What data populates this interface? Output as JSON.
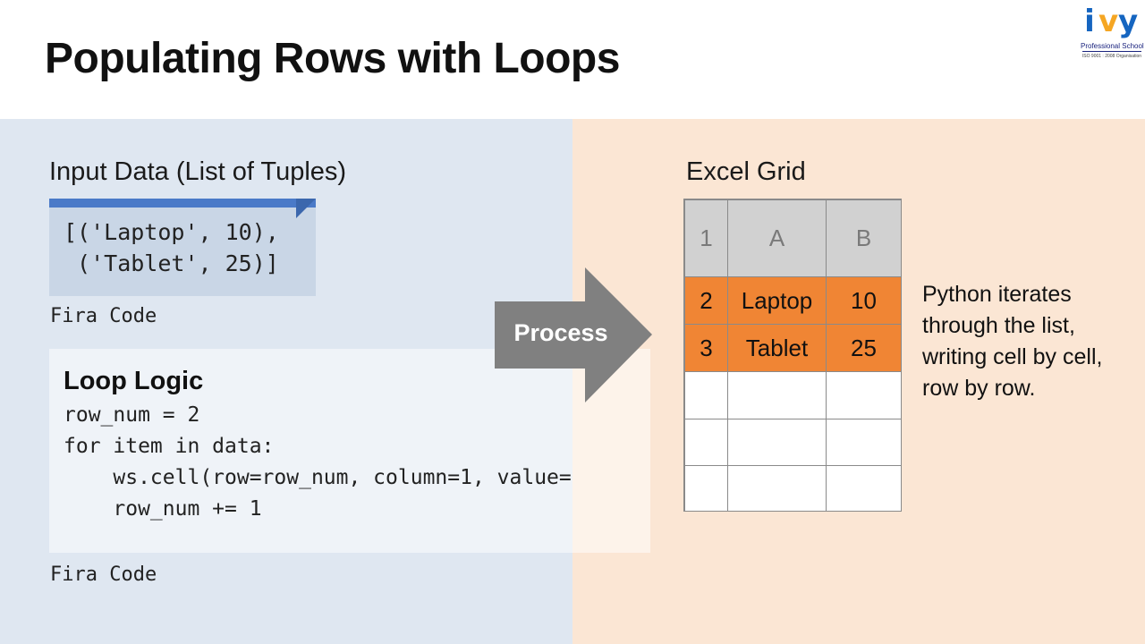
{
  "header": {
    "title": "Populating Rows with Loops",
    "logo": {
      "letters": [
        "i",
        "v",
        "y"
      ],
      "letter_colors": [
        "#1565c0",
        "#f5a623",
        "#1565c0"
      ],
      "subtitle": "Professional School",
      "iso": "ISO 9001 : 2008 Organisation"
    }
  },
  "input_section": {
    "heading": "Input Data (List of Tuples)",
    "code_lines": [
      "[('Laptop', 10),",
      " ('Tablet', 25)]"
    ],
    "caption": "Fira Code"
  },
  "logic_section": {
    "heading": "Loop Logic",
    "code_lines": [
      "row_num = 2",
      "for item in data:",
      "    ws.cell(row=row_num, column=1, value=",
      "    row_num += 1"
    ],
    "caption": "Fira Code"
  },
  "arrow": {
    "label": "Process"
  },
  "grid_section": {
    "heading": "Excel Grid",
    "header_row": [
      "1",
      "A",
      "B"
    ],
    "rows": [
      [
        "2",
        "Laptop",
        "10"
      ],
      [
        "3",
        "Tablet",
        "25"
      ],
      [
        "",
        "",
        ""
      ],
      [
        "",
        "",
        ""
      ],
      [
        "",
        "",
        ""
      ]
    ],
    "explanation": "Python iterates through the list, writing cell by cell, row by row."
  },
  "colors": {
    "left_panel": "#dfe7f1",
    "right_panel": "#fbe6d4",
    "accent_blue": "#4a7ac8",
    "highlight_orange": "#f08534",
    "arrow_gray": "#808080"
  }
}
